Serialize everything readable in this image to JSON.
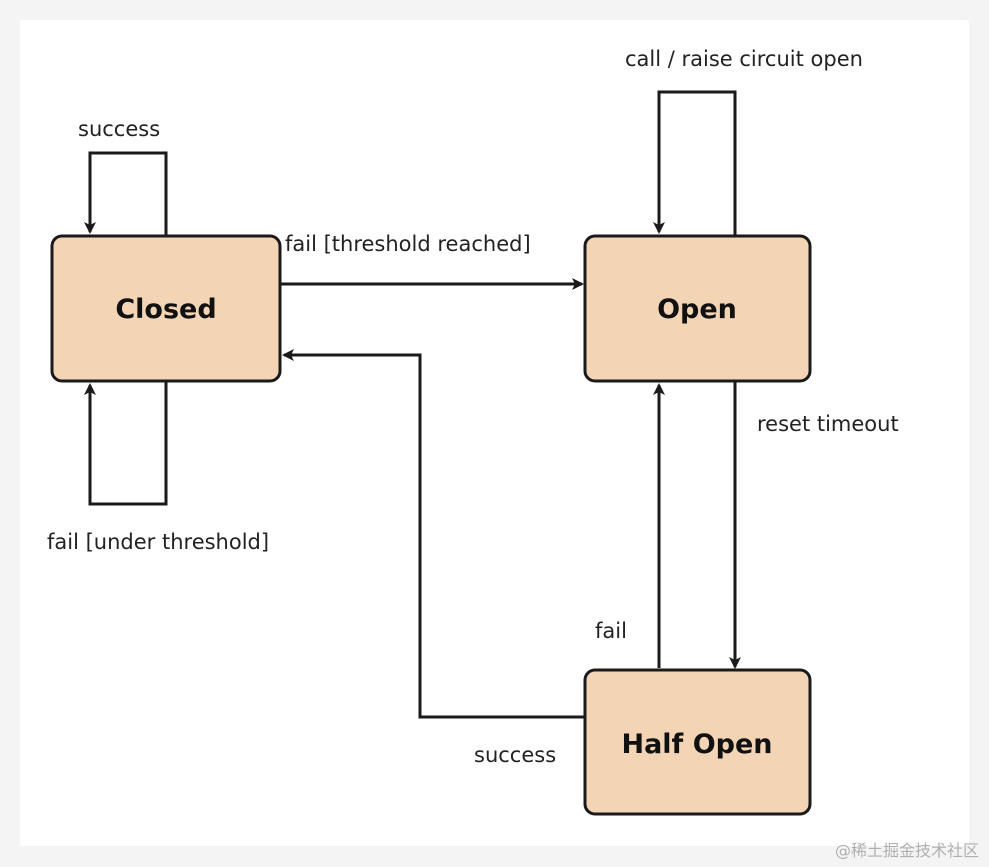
{
  "states": {
    "closed": "Closed",
    "open": "Open",
    "half_open": "Half Open"
  },
  "transitions": {
    "closed_self_success": "success",
    "closed_self_fail": "fail [under threshold]",
    "closed_to_open": "fail [threshold reached]",
    "open_self": "call / raise circuit open",
    "open_to_half_open": "reset timeout",
    "half_open_to_open": "fail",
    "half_open_to_closed": "success"
  },
  "watermark": "@稀土掘金技术社区",
  "colors": {
    "state_fill": "#f3d5b5",
    "stroke": "#1a1a1a"
  }
}
